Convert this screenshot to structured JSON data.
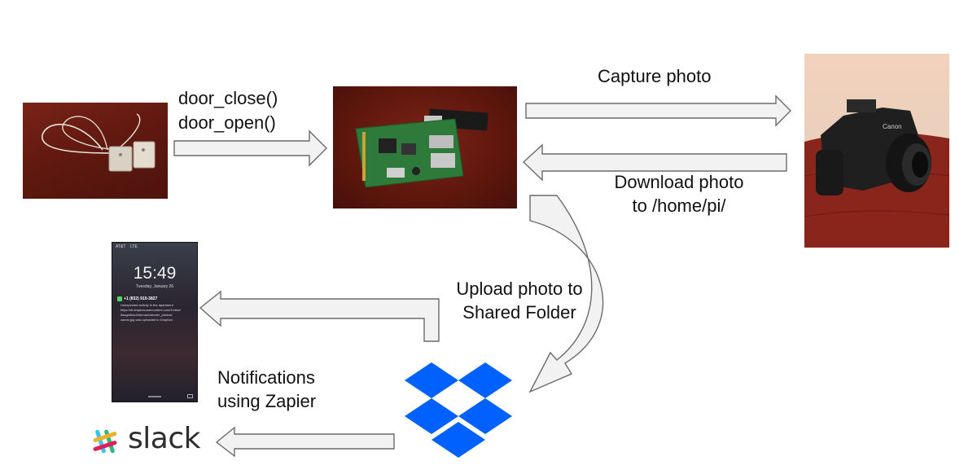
{
  "labels": {
    "door_close": "door_close()",
    "door_open": "door_open()",
    "capture": "Capture photo",
    "download_line1": "Download photo",
    "download_line2": "to /home/pi/",
    "upload_line1": "Upload photo to",
    "upload_line2": "Shared Folder",
    "notify_line1": "Notifications",
    "notify_line2": "using Zapier"
  },
  "phone": {
    "carrier": "AT&T",
    "network": "LTE",
    "time": "15:49",
    "date": "Tuesday, January 26",
    "sender": "+1 (832) 910-3827",
    "message_lines": [
      "Unexpected activity in the apartment",
      "https://dl.dropboxusercontent.com/1/view/",
      "5asgm5dc2mhmsk/intruder_photos/",
      "canon.jpg was uploaded to Dropbox."
    ]
  },
  "brand": {
    "slack_word": "slack",
    "dropbox_color": "#0061fe",
    "slack_colors": [
      "#36c5f0",
      "#2eb67d",
      "#ecb22e",
      "#e01e5a"
    ]
  },
  "icons": {
    "door_sensor": "door-sensor-photo",
    "raspberry_pi": "raspberry-pi-photo",
    "camera": "canon-camera-photo",
    "dropbox": "dropbox-logo",
    "slack": "slack-logo"
  }
}
